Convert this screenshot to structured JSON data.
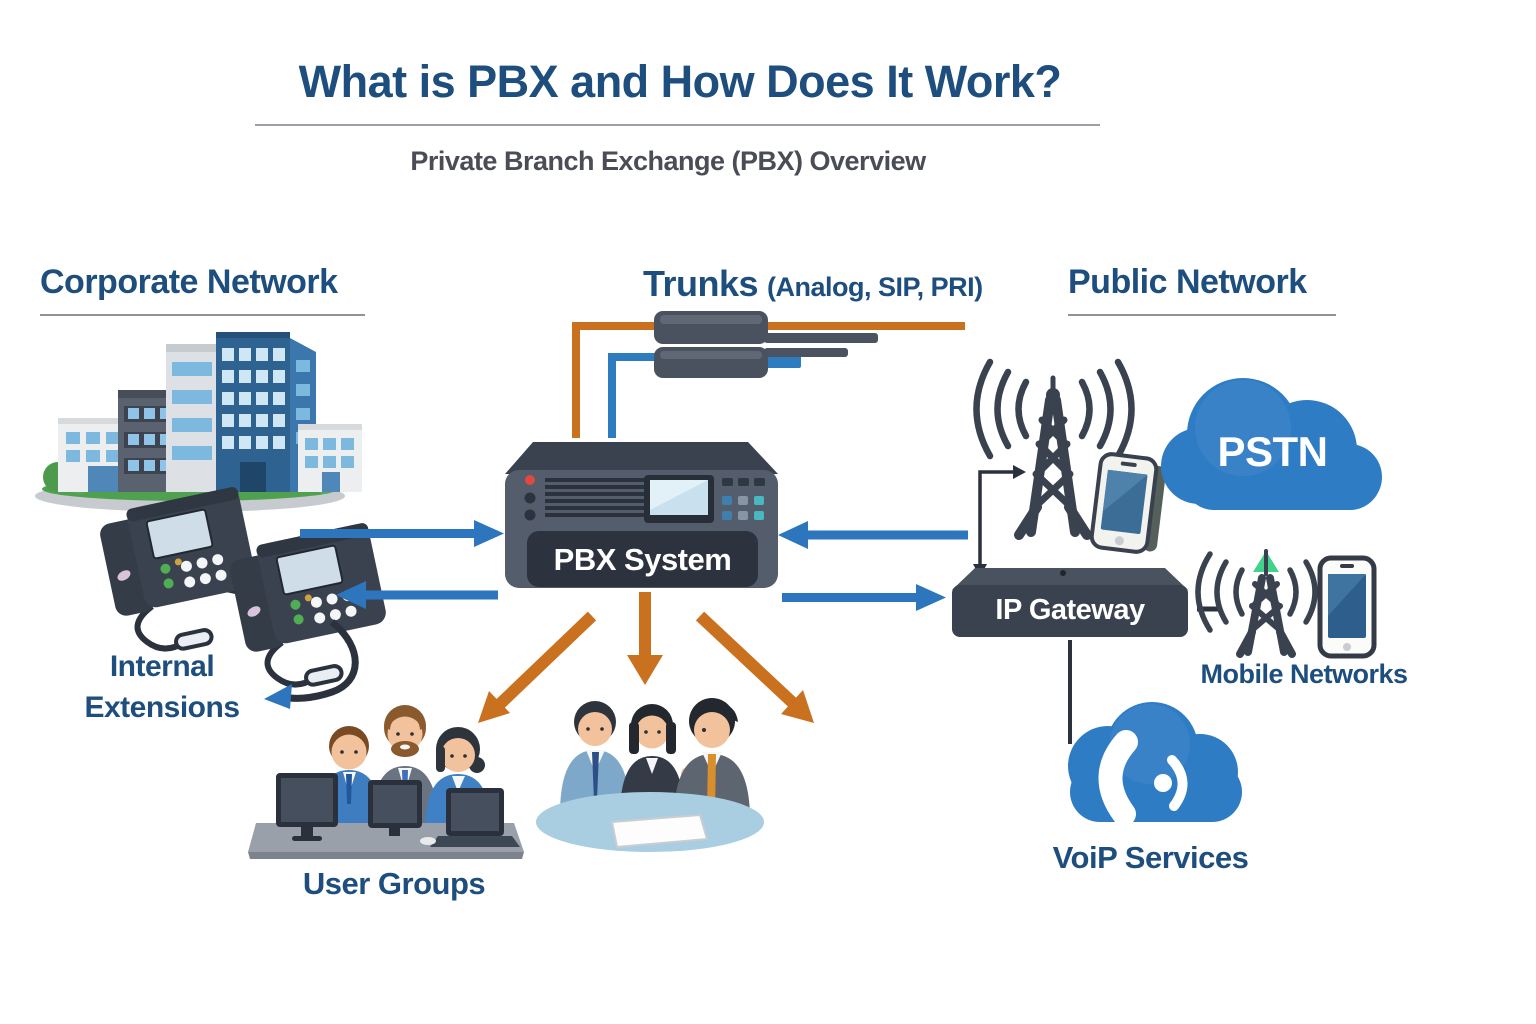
{
  "header": {
    "title": "What is PBX and How Does It Work?",
    "subtitle": "Private Branch Exchange (PBX) Overview"
  },
  "sections": {
    "corporate": "Corporate Network",
    "trunks": "Trunks",
    "trunk_types": "(Analog, SIP, PRI)",
    "public": "Public Network"
  },
  "labels": {
    "pbx": "PBX System",
    "ip_gateway": "IP Gateway",
    "pstn": "PSTN",
    "internal_extensions": "Internal Extensions",
    "user_groups": "User Groups",
    "mobile_networks": "Mobile Networks",
    "voip_services": "VoiP Services"
  },
  "colors": {
    "heading_blue": "#1d4e7d",
    "subtitle_gray": "#4b4d56",
    "arrow_blue": "#2d76bd",
    "arrow_orange": "#c9711f",
    "equip_dark": "#3a4250",
    "cloud_blue": "#2e7cc4",
    "line_dark": "#2b323d"
  }
}
